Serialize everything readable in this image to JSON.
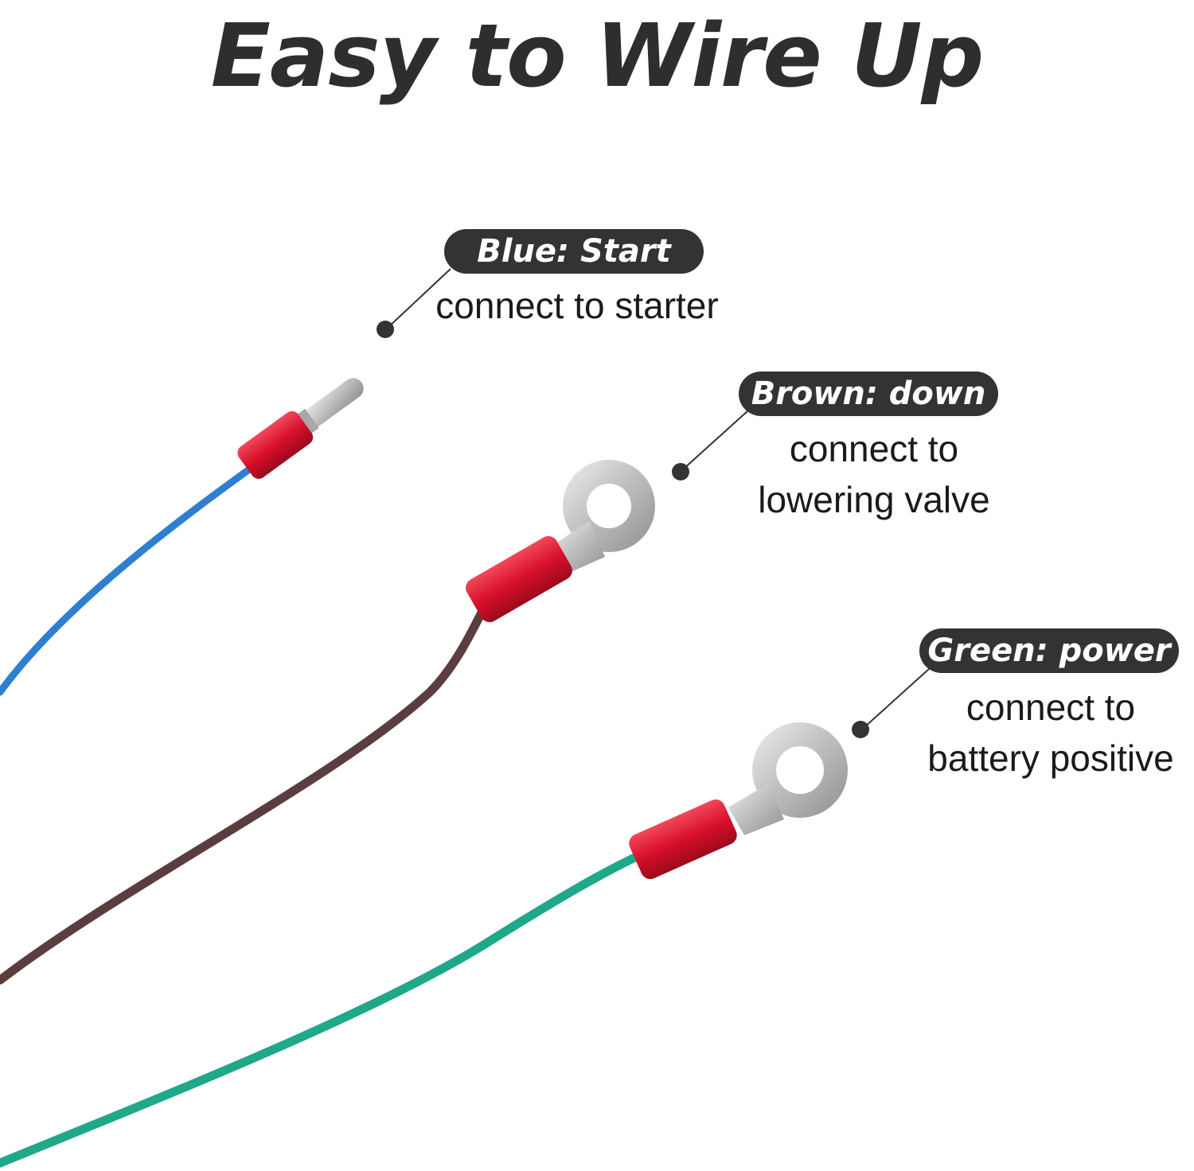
{
  "title": "Easy to Wire Up",
  "colors": {
    "label_bg": "#333333",
    "label_text": "#ffffff",
    "blue_wire": "#2e7fd0",
    "brown_wire": "#5a3d3e",
    "green_wire": "#1fa88a",
    "terminal_red": "#d8102a",
    "metal": "#c9c9c9"
  },
  "wires": [
    {
      "label": "Blue: Start",
      "desc_lines": [
        "connect to starter"
      ],
      "connector": "bullet"
    },
    {
      "label": "Brown: down",
      "desc_lines": [
        "connect to",
        "lowering valve"
      ],
      "connector": "ring"
    },
    {
      "label": "Green: power",
      "desc_lines": [
        "connect to",
        "battery positive"
      ],
      "connector": "ring"
    }
  ]
}
